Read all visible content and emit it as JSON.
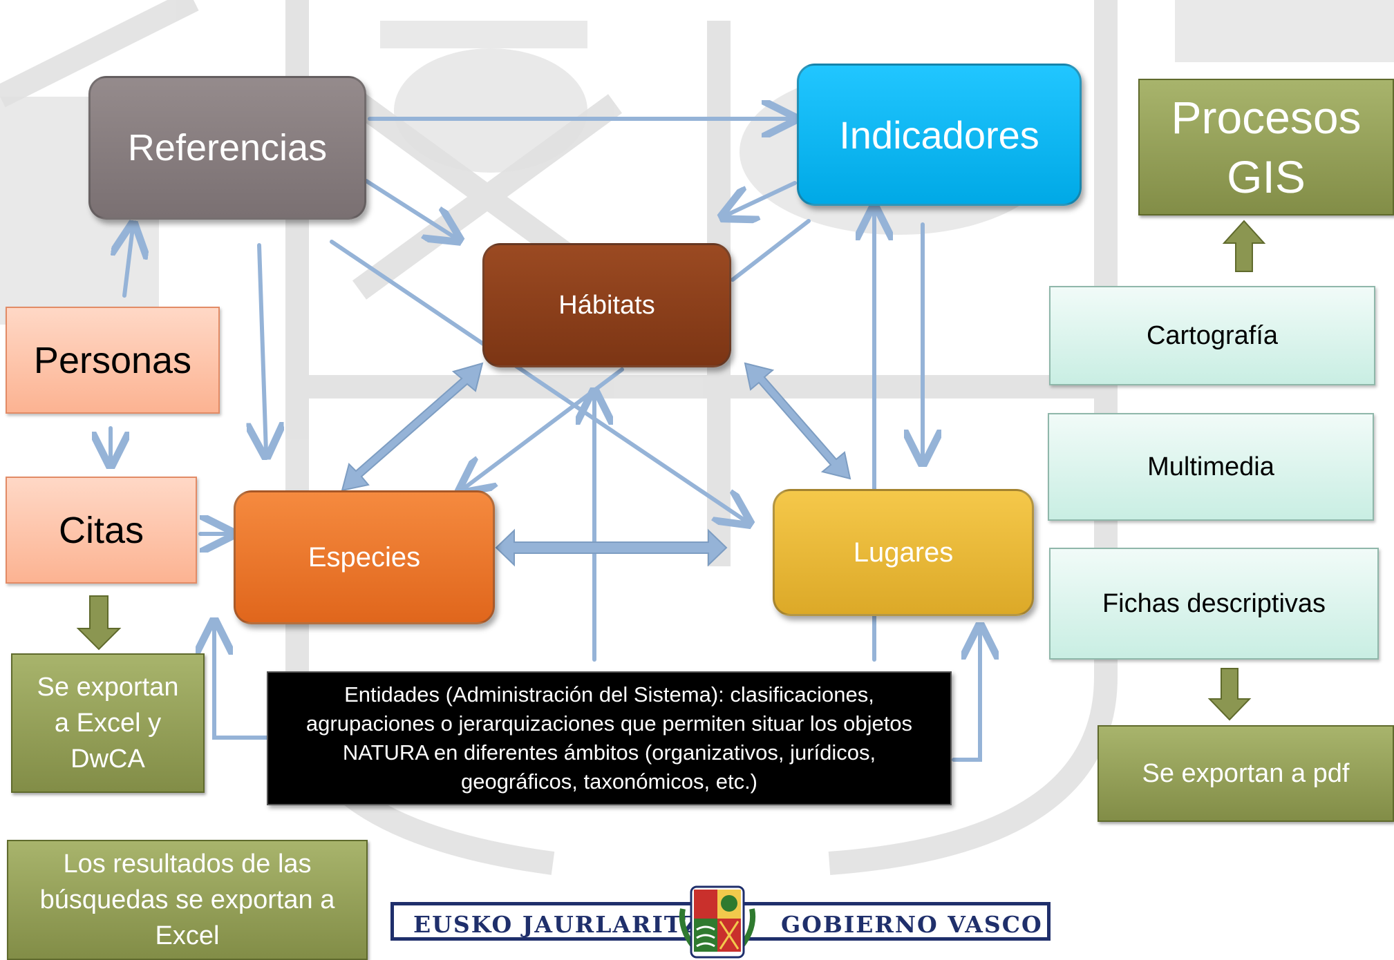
{
  "nodes": {
    "referencias": "Referencias",
    "indicadores": "Indicadores",
    "habitats": "Hábitats",
    "especies": "Especies",
    "lugares": "Lugares",
    "personas": "Personas",
    "citas": "Citas",
    "procesos_gis": "Procesos GIS",
    "cartografia": "Cartografía",
    "multimedia": "Multimedia",
    "fichas": "Fichas descriptivas"
  },
  "exports": {
    "excel_dwca": "Se exportan a Excel y DwCA",
    "pdf": "Se exportan a pdf",
    "busquedas": "Los resultados de las búsquedas se exportan a Excel"
  },
  "entidades_note": "Entidades (Administración del Sistema): clasificaciones, agrupaciones o jerarquizaciones que permiten situar los objetos NATURA en diferentes ámbitos (organizativos, jurídicos, geográficos, taxonómicos, etc.)",
  "logo": {
    "left_text": "EUSKO JAURLARITZA",
    "right_text": "GOBIERNO VASCO"
  },
  "colors": {
    "referencias": "#8a7f80",
    "indicadores": "#00b7f3",
    "habitats": "#8b3f1a",
    "especies": "#f07a2e",
    "lugares": "#efbb3a",
    "arrow": "#95b3d7",
    "olive": "#8b9651",
    "mint": "#d6f1e9",
    "peach": "#fcc4a8"
  }
}
